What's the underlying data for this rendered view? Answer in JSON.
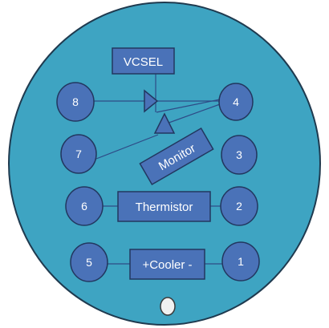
{
  "colors": {
    "background": "#ffffff",
    "disc_fill": "#3EA4C2",
    "disc_stroke": "#1F3A4F",
    "shape_fill": "#4A72B8",
    "shape_stroke": "#22375F",
    "line": "#2E4A86",
    "label": "#ffffff",
    "key_fill": "#F1F1F1",
    "key_stroke": "#3A3A3A"
  },
  "pins": [
    {
      "id": "pin-1",
      "label": "1"
    },
    {
      "id": "pin-2",
      "label": "2"
    },
    {
      "id": "pin-3",
      "label": "3"
    },
    {
      "id": "pin-4",
      "label": "4"
    },
    {
      "id": "pin-5",
      "label": "5"
    },
    {
      "id": "pin-6",
      "label": "6"
    },
    {
      "id": "pin-7",
      "label": "7"
    },
    {
      "id": "pin-8",
      "label": "8"
    }
  ],
  "components": {
    "vcsel": "VCSEL",
    "monitor": "Monitor",
    "thermistor": "Thermistor",
    "cooler": "+Cooler -"
  },
  "icons": {
    "laser_diode": "triangle-right-icon",
    "photodiode": "triangle-up-icon",
    "key_notch": "ellipse-icon"
  }
}
